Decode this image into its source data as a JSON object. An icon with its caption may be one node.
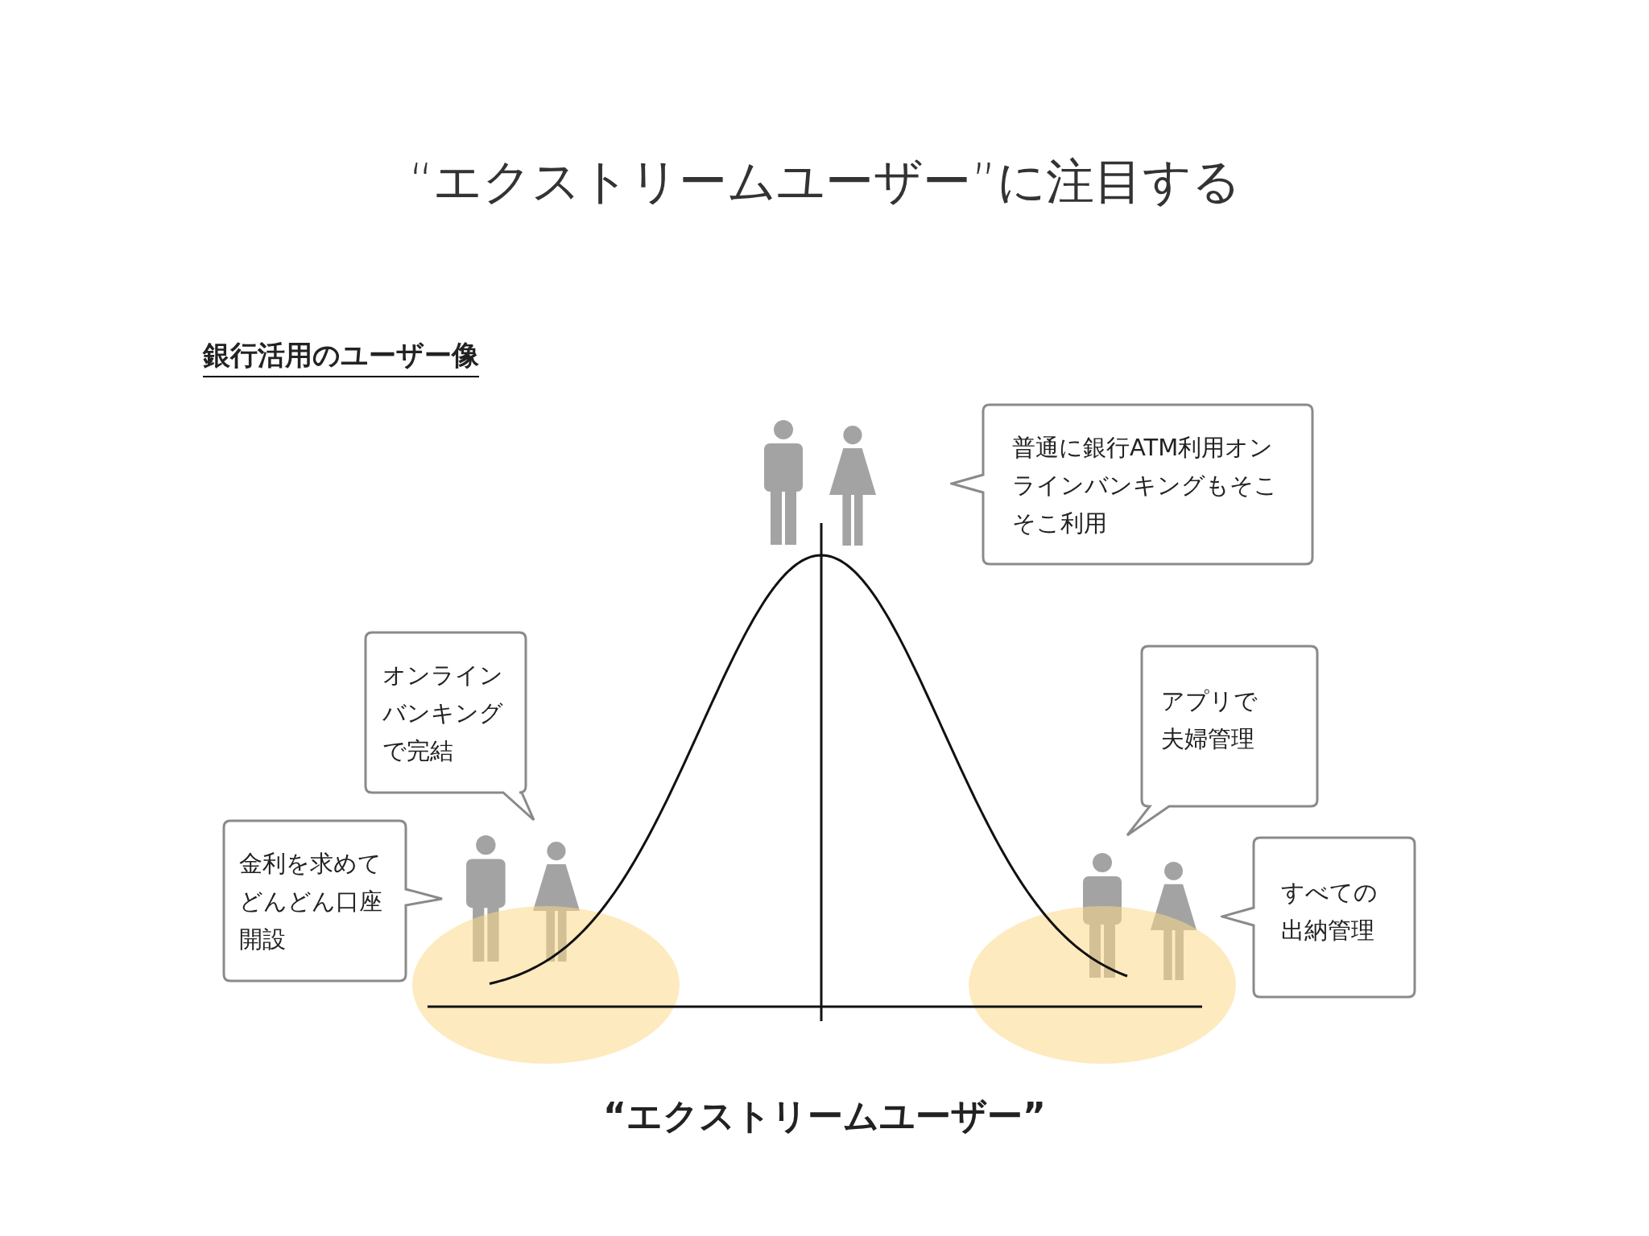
{
  "diagram": {
    "title": "“エクストリームユーザー”に注目する",
    "nodes": [
      {
        "text": [
          "普通に銀行ATM利用オンラインバンキングもそこそこ利用"
        ]
      },
      {
        "text": [
          "オンラインバンキングで完結"
        ]
      },
      {
        "text": [
          "金利を求めてどんどん口座開設"
        ]
      },
      {
        "text": [
          "アプリで夫婦管理"
        ]
      },
      {
        "text": [
          "すべての出納管理"
        ]
      }
    ],
    "labels": [
      "銀行活用のユーザー像",
      "“エクストリームユーザー”"
    ]
  }
}
